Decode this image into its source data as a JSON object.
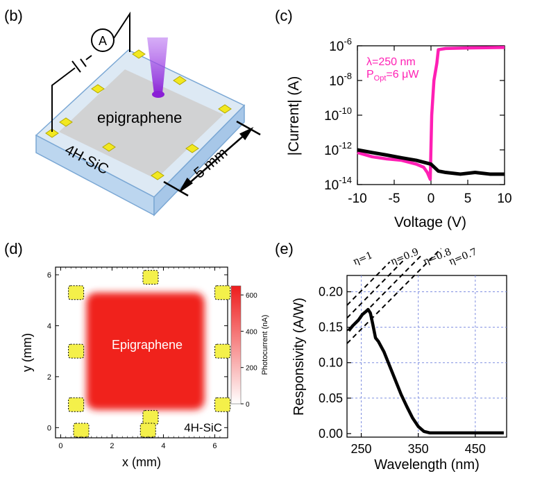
{
  "panels": {
    "b": {
      "label": "(b)",
      "ammeter": "A",
      "sheet": "epigraphene",
      "substrate": "4H-SiC",
      "size": "5 mm"
    },
    "c": {
      "label": "(c)",
      "annotation_lambda": "λ=250 nm",
      "annotation_power_prefix": "P",
      "annotation_power_sub": "Opt",
      "annotation_power_suffix": "=6 μW"
    },
    "d": {
      "label": "(d)",
      "sheet": "Epigraphene",
      "substrate": "4H-SiC",
      "colorbar_label": "Photocurrent (nA)"
    },
    "e": {
      "label": "(e)",
      "eta": [
        "η=1",
        "η=0.9",
        "η=0.8",
        "η=0.7"
      ]
    }
  },
  "colors": {
    "magenta": "#ff1fb4",
    "black": "#000000",
    "heat_red": "#f0221c",
    "contact_yellow": "#f4f04a",
    "grid_blue": "#7f8fe0",
    "beam_purple": "#a24be0"
  },
  "chart_data": [
    {
      "type": "line",
      "panel": "c",
      "xlabel": "Voltage (V)",
      "ylabel": "|Current| (A)",
      "xlim": [
        -10,
        10
      ],
      "ylim": [
        1e-14,
        1e-06
      ],
      "yscale": "log",
      "x_ticks": [
        "-10",
        "-5",
        "0",
        "5",
        "10"
      ],
      "y_ticks": [
        "10-14",
        "10-12",
        "10-10",
        "10-8",
        "10-6"
      ],
      "series": [
        {
          "color": "magenta",
          "x": [
            -10,
            -8,
            -6,
            -4,
            -2,
            -1,
            -0.5,
            -0.1,
            0.1,
            0.4,
            0.8,
            1,
            2,
            5,
            10
          ],
          "y": [
            7e-13,
            4e-13,
            3e-13,
            2.5e-13,
            1.5e-13,
            1e-13,
            5e-14,
            2e-14,
            1e-10,
            1e-08,
            1e-07,
            6e-07,
            7e-07,
            7.5e-07,
            8e-07
          ]
        },
        {
          "color": "black",
          "x": [
            -10,
            -8,
            -6,
            -4,
            -2,
            0,
            1,
            2,
            4,
            6,
            8,
            10
          ],
          "y": [
            1e-12,
            7e-13,
            5e-13,
            3.5e-13,
            2.5e-13,
            1.5e-13,
            6e-14,
            5e-14,
            4e-14,
            5e-14,
            4e-14,
            4e-14
          ]
        }
      ]
    },
    {
      "type": "heatmap",
      "panel": "d",
      "xlabel": "x (mm)",
      "ylabel": "y (mm)",
      "xlim": [
        -0.2,
        6.5
      ],
      "ylim": [
        -0.4,
        6.3
      ],
      "x_ticks": [
        "0",
        "2",
        "4",
        "6"
      ],
      "y_ticks": [
        "0",
        "2",
        "4",
        "6"
      ],
      "colorbar": {
        "range": [
          0,
          650
        ],
        "ticks": [
          "0",
          "200",
          "400",
          "600"
        ],
        "label": "Photocurrent (nA)"
      },
      "sheet_region": {
        "x": [
          1.0,
          5.6
        ],
        "y": [
          0.7,
          5.3
        ],
        "photocurrent_nA": 650
      },
      "contacts": [
        {
          "x": 0.6,
          "y": 5.3
        },
        {
          "x": 3.5,
          "y": 5.9
        },
        {
          "x": 6.3,
          "y": 5.3
        },
        {
          "x": 0.6,
          "y": 3.0
        },
        {
          "x": 6.3,
          "y": 3.0
        },
        {
          "x": 0.6,
          "y": 0.9
        },
        {
          "x": 3.5,
          "y": 0.4
        },
        {
          "x": 6.3,
          "y": 0.9
        },
        {
          "x": 0.8,
          "y": -0.1
        },
        {
          "x": 3.4,
          "y": -0.1
        }
      ]
    },
    {
      "type": "line",
      "panel": "e",
      "xlabel": "Wavelength (nm)",
      "ylabel": "Responsivity (A/W)",
      "xlim": [
        225,
        505
      ],
      "ylim": [
        -0.005,
        0.223
      ],
      "x_ticks": [
        "250",
        "350",
        "450"
      ],
      "y_ticks": [
        "0.00",
        "0.05",
        "0.10",
        "0.15",
        "0.20"
      ],
      "grid": true,
      "series": [
        {
          "color": "black",
          "x": [
            228,
            235,
            245,
            252,
            258,
            262,
            266,
            270,
            275,
            280,
            290,
            300,
            310,
            320,
            330,
            340,
            350,
            360,
            365,
            370,
            380,
            400,
            450,
            500
          ],
          "y": [
            0.145,
            0.152,
            0.16,
            0.168,
            0.172,
            0.175,
            0.17,
            0.155,
            0.135,
            0.13,
            0.115,
            0.095,
            0.075,
            0.055,
            0.038,
            0.022,
            0.01,
            0.003,
            0.002,
            0.001,
            0.001,
            0.001,
            0.001,
            0.001
          ]
        }
      ],
      "eta_lines": [
        {
          "name": "η=1",
          "x": [
            225,
            300
          ],
          "y": [
            0.181,
            0.242
          ]
        },
        {
          "name": "η=0.9",
          "x": [
            225,
            325
          ],
          "y": [
            0.163,
            0.245
          ]
        },
        {
          "name": "η=0.8",
          "x": [
            225,
            355
          ],
          "y": [
            0.145,
            0.251
          ]
        },
        {
          "name": "η=0.7",
          "x": [
            225,
            390
          ],
          "y": [
            0.127,
            0.261
          ]
        }
      ]
    }
  ]
}
